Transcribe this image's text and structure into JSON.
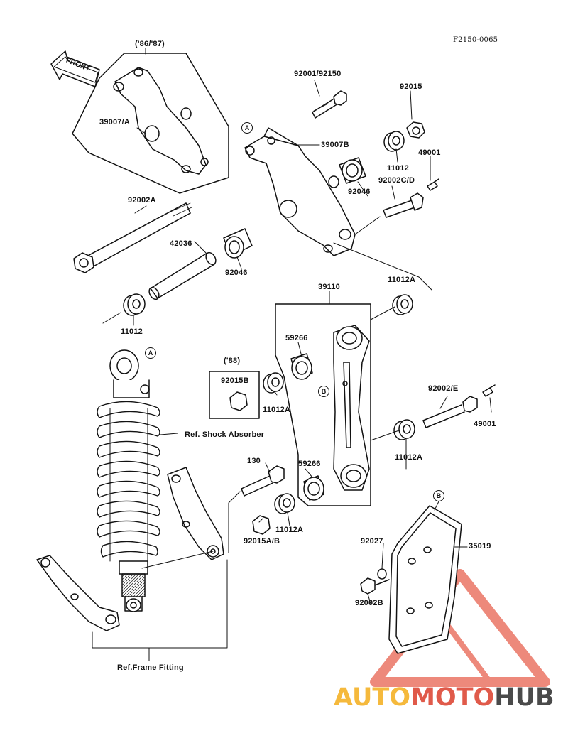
{
  "figure_code": "F2150-0065",
  "front_badge": "FRONT",
  "year_labels": {
    "y8687": "('86/'87)",
    "y88": "('88)"
  },
  "callouts": {
    "a": "A",
    "b": "B"
  },
  "parts": {
    "p39007a": "39007/A",
    "p92002a_top": "92002A",
    "p42036": "42036",
    "p92046_left": "92046",
    "p11012_left": "11012",
    "p92001": "92001/92150",
    "p39007b": "39007B",
    "p92015": "92015",
    "p11012_right": "11012",
    "p49001_top": "49001",
    "p92046_right": "92046",
    "p92002cd": "92002C/D",
    "p11012a_top": "11012A",
    "p39110": "39110",
    "p59266_top": "59266",
    "p92015b": "92015B",
    "p11012a_mid": "11012A",
    "p92002e": "92002/E",
    "p49001_mid": "49001",
    "p11012a_right": "11012A",
    "p130": "130",
    "p59266_bot": "59266",
    "p92015ab": "92015A/B",
    "p11012a_bot": "11012A",
    "p92027": "92027",
    "p35019": "35019",
    "p92002b": "92002B"
  },
  "references": {
    "shock": "Ref. Shock Absorber",
    "frame": "Ref.Frame Fitting"
  },
  "watermark": {
    "part1": "AUTO",
    "part2": "MOTO",
    "part3": "HUB"
  }
}
